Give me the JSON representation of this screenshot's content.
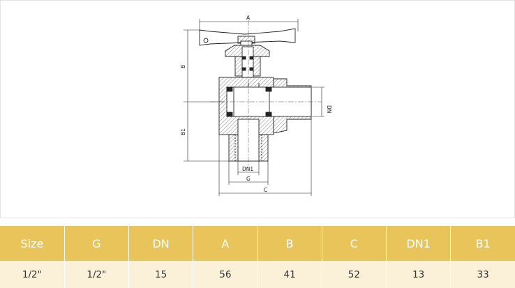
{
  "drawing": {
    "labels": {
      "A": "A",
      "B": "B",
      "B1": "B1",
      "C": "C",
      "DN": "DN",
      "DN1": "DN1",
      "G": "G"
    }
  },
  "table": {
    "headers": [
      "Size",
      "G",
      "DN",
      "A",
      "B",
      "C",
      "DN1",
      "B1"
    ],
    "rows": [
      [
        "1/2\"",
        "1/2\"",
        "15",
        "56",
        "41",
        "52",
        "13",
        "33"
      ]
    ]
  },
  "colors": {
    "header_bg": "#e9c45a",
    "row_bg": "#fbf1d9",
    "line": "#222222"
  }
}
